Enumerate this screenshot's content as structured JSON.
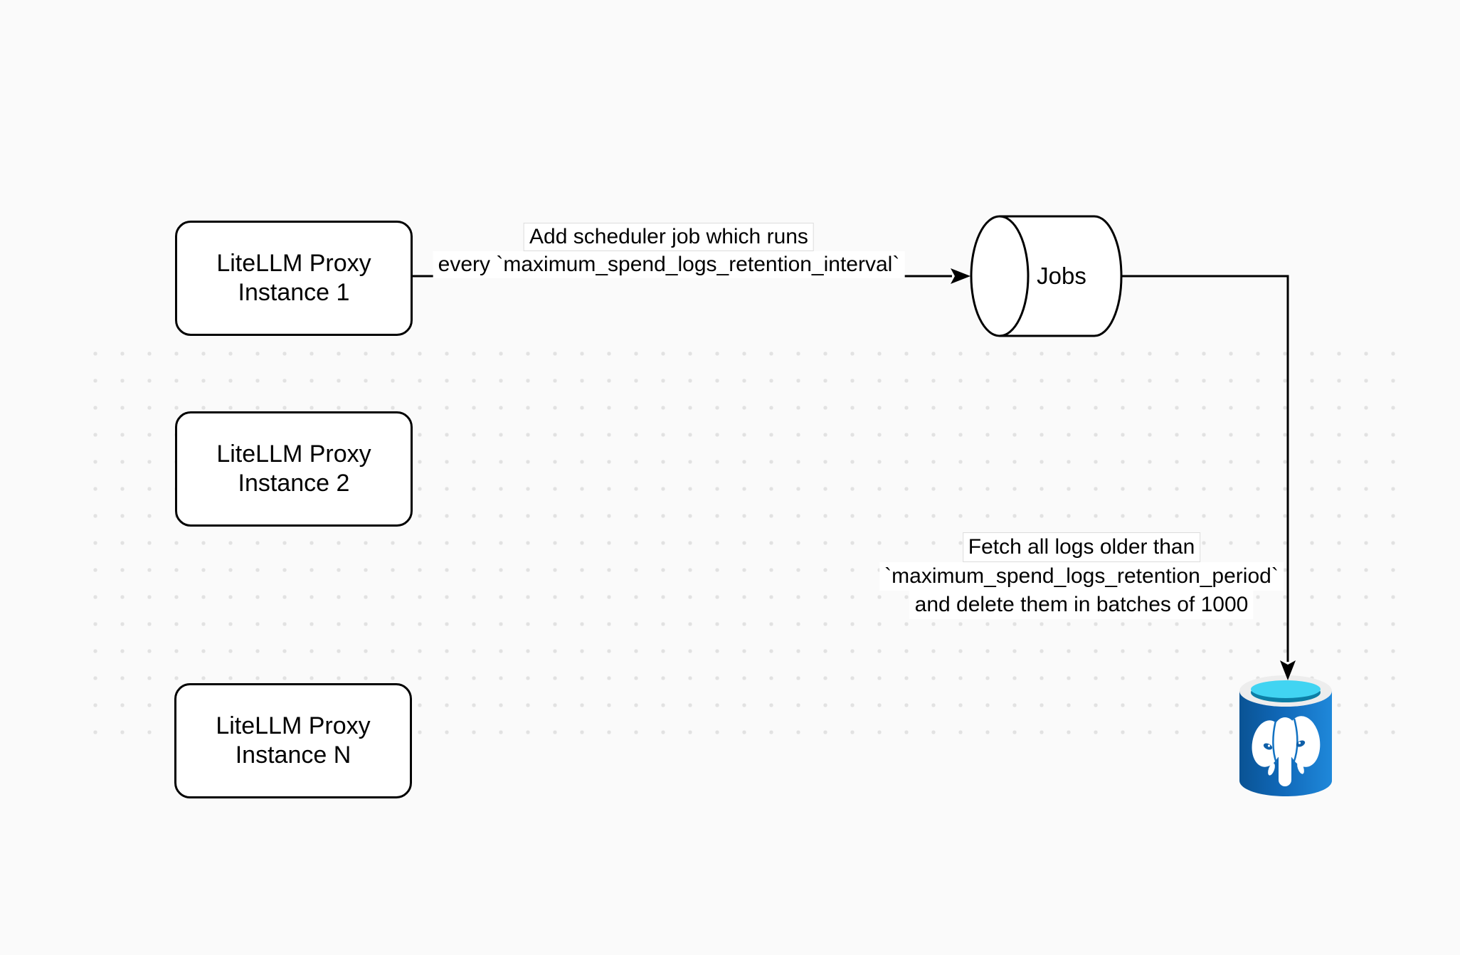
{
  "canvas": {
    "background": "#fafafa",
    "dot_color": "#e2e2e2"
  },
  "nodes": {
    "proxy_instance_1": {
      "line1": "LiteLLM Proxy",
      "line2": "Instance 1"
    },
    "proxy_instance_2": {
      "line1": "LiteLLM Proxy",
      "line2": "Instance 2"
    },
    "proxy_instance_n": {
      "line1": "LiteLLM Proxy",
      "line2": "Instance N"
    },
    "jobs_queue": {
      "label": "Jobs"
    },
    "postgres_db": {
      "icon": "postgresql-database-icon",
      "body_blue_dark": "#0a5394",
      "body_blue_light": "#1f88da",
      "rim_color": "#ededed",
      "water_cyan": "#41d4f2",
      "water_teal": "#0c7fa6"
    }
  },
  "edge_labels": {
    "add_scheduler": {
      "line1": "Add scheduler job which runs",
      "line2": "every `maximum_spend_logs_retention_interval`"
    },
    "fetch_logs": {
      "line1": "Fetch all logs older than",
      "line2": "`maximum_spend_logs_retention_period`",
      "line3": "and delete them in batches of 1000"
    }
  }
}
